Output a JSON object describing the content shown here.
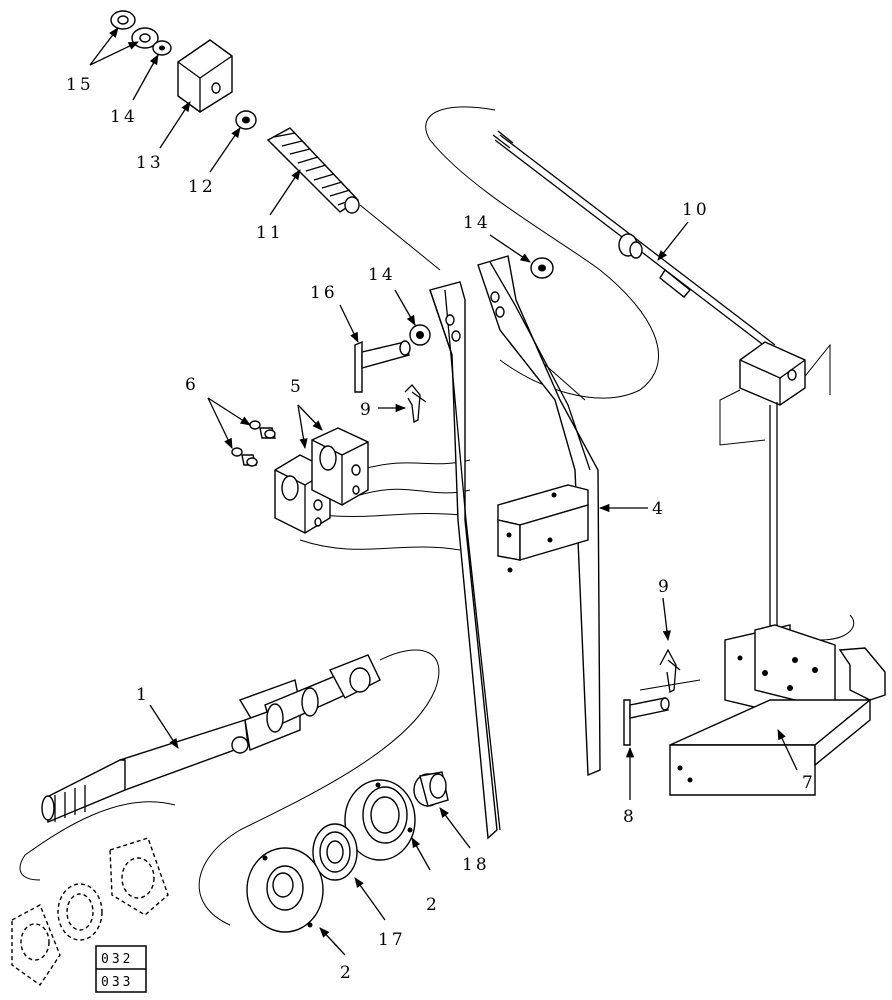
{
  "labels": {
    "l1": "1",
    "l2a": "2",
    "l2b": "2",
    "l4": "4",
    "l5": "5",
    "l6": "6",
    "l7": "7",
    "l8": "8",
    "l9a": "9",
    "l9b": "9",
    "l10": "10",
    "l11": "11",
    "l12": "12",
    "l13": "13",
    "l14a": "14",
    "l14b": "14",
    "l14c": "14",
    "l15": "15",
    "l16": "16",
    "l17": "17",
    "l18": "18"
  },
  "ref_box": {
    "top": "032",
    "bottom": "033"
  }
}
